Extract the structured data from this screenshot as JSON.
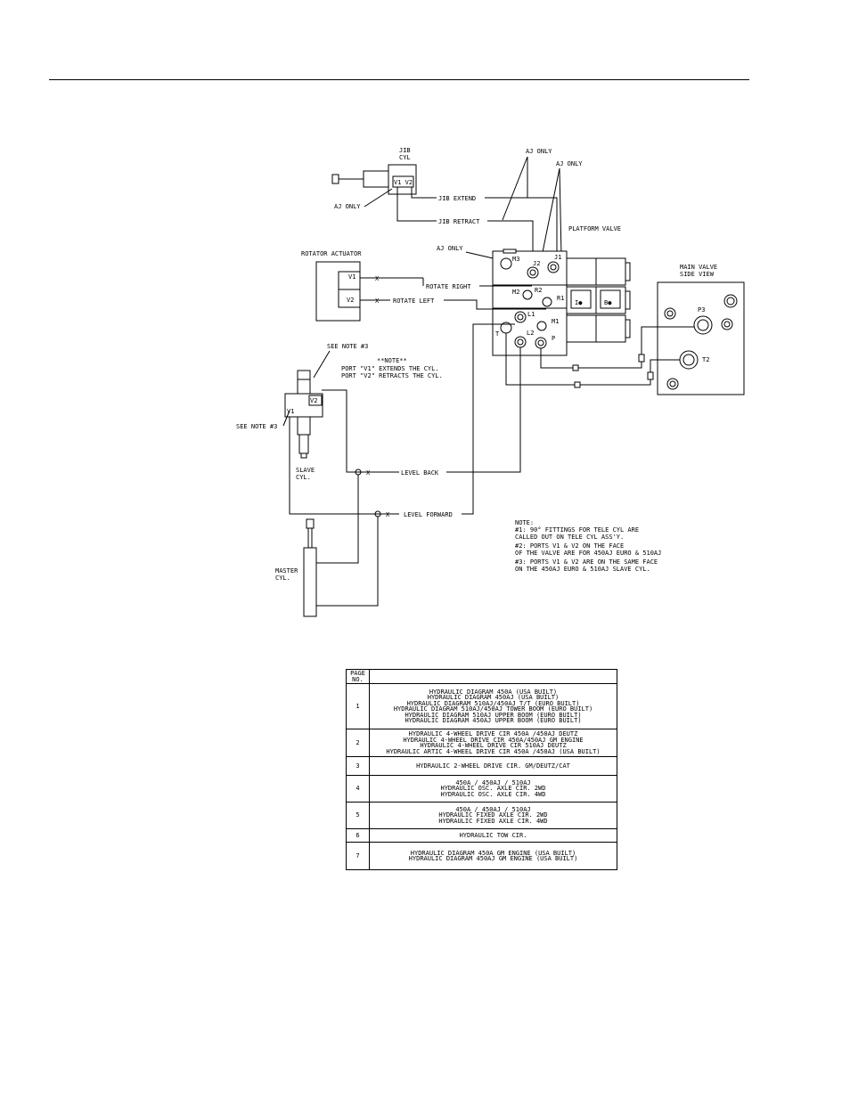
{
  "labels": {
    "jib_cyl": [
      "JIB",
      "CYL"
    ],
    "aj_only_top": "AJ ONLY",
    "aj_only_right": "AJ ONLY",
    "aj_only_left": "AJ ONLY",
    "aj_only_valve": "AJ ONLY",
    "jib_extend": "JIB EXTEND",
    "jib_retract": "JIB RETRACT",
    "platform_valve": "PLATFORM VALVE",
    "rotator_actuator": "ROTATOR ACTUATOR",
    "rotate_right": "ROTATE RIGHT",
    "rotate_left": "ROTATE LEFT",
    "main_valve_side_view": [
      "MAIN VALVE",
      "SIDE VIEW"
    ],
    "see_note_top": "SEE NOTE #3",
    "see_note_left": "SEE NOTE #3",
    "note_title": "**NOTE**",
    "note_lines": [
      "PORT \"V1\" EXTENDS THE CYL.",
      "PORT \"V2\" RETRACTS THE CYL."
    ],
    "slave_cyl": [
      "SLAVE",
      "CYL."
    ],
    "master_cyl": [
      "MASTER",
      "CYL."
    ],
    "level_back": "LEVEL BACK",
    "level_forward": "LEVEL FORWARD",
    "ports": {
      "v1": "V1",
      "v2": "V2",
      "m3": "M3",
      "m2": "M2",
      "m1": "M1",
      "j2": "J2",
      "j1": "J1",
      "r2": "R2",
      "r1": "R1",
      "l1": "L1",
      "l2": "L2",
      "t": "T",
      "p": "P",
      "p3": "P3",
      "t2": "T2"
    },
    "bottom_note": [
      "NOTE:",
      "#1: 90° FITTINGS FOR TELE CYL ARE",
      "CALLED OUT ON TELE CYL ASS'Y.",
      "#2: PORTS V1 & V2 ON THE FACE",
      "OF THE VALVE ARE FOR 450AJ EURO & 510AJ",
      "#3: PORTS V1 & V2 ARE ON THE SAME FACE",
      "ON THE 450AJ EURO & 510AJ SLAVE CYL."
    ]
  },
  "table": {
    "header": [
      "PAGE",
      "NO."
    ],
    "rows": [
      {
        "page": "1",
        "lines": [
          "HYDRAULIC DIAGRAM 450A (USA BUILT)",
          "HYDRAULIC DIAGRAM 450AJ (USA BUILT)",
          "HYDRAULIC DIAGRAM 510AJ/450AJ T/T (EURO BUILT)",
          "HYDRAULIC DIAGRAM 510AJ/450AJ TOWER BOOM (EURO BUILT)",
          "HYDRAULIC DIAGRAM 510AJ UPPER BOOM (EURO BUILT)",
          "HYDRAULIC DIAGRAM 450AJ UPPER BOOM (EURO BUILT)"
        ]
      },
      {
        "page": "2",
        "lines": [
          "HYDRAULIC 4-WHEEL DRIVE CIR 450A /450AJ DEUTZ",
          "HYDRAULIC 4-WHEEL DRIVE CIR 450A/450AJ GM ENGINE",
          "HYDRAULIC 4-WHEEL DRIVE CIR 510AJ DEUTZ",
          "HYDRAULIC ARTIC 4-WHEEL DRIVE CIR 450A /450AJ (USA BUILT)"
        ]
      },
      {
        "page": "3",
        "lines": [
          "HYDRAULIC 2-WHEEL DRIVE CIR. GM/DEUTZ/CAT"
        ]
      },
      {
        "page": "4",
        "lines": [
          "450A / 450AJ / 510AJ",
          "HYDRAULIC OSC. AXLE CIR. 2WD",
          "HYDRAULIC OSC. AXLE CIR. 4WD"
        ]
      },
      {
        "page": "5",
        "lines": [
          "450A / 450AJ / 510AJ",
          "HYDRAULIC FIXED AXLE CIR. 2WD",
          "HYDRAULIC FIXED AXLE CIR. 4WD"
        ]
      },
      {
        "page": "6",
        "lines": [
          "HYDRAULIC TOW CIR."
        ]
      },
      {
        "page": "7",
        "lines": [
          "HYDRAULIC DIAGRAM 450A GM ENGINE (USA BUILT)",
          "HYDRAULIC DIAGRAM 450AJ GM ENGINE (USA BUILT)"
        ]
      }
    ]
  }
}
